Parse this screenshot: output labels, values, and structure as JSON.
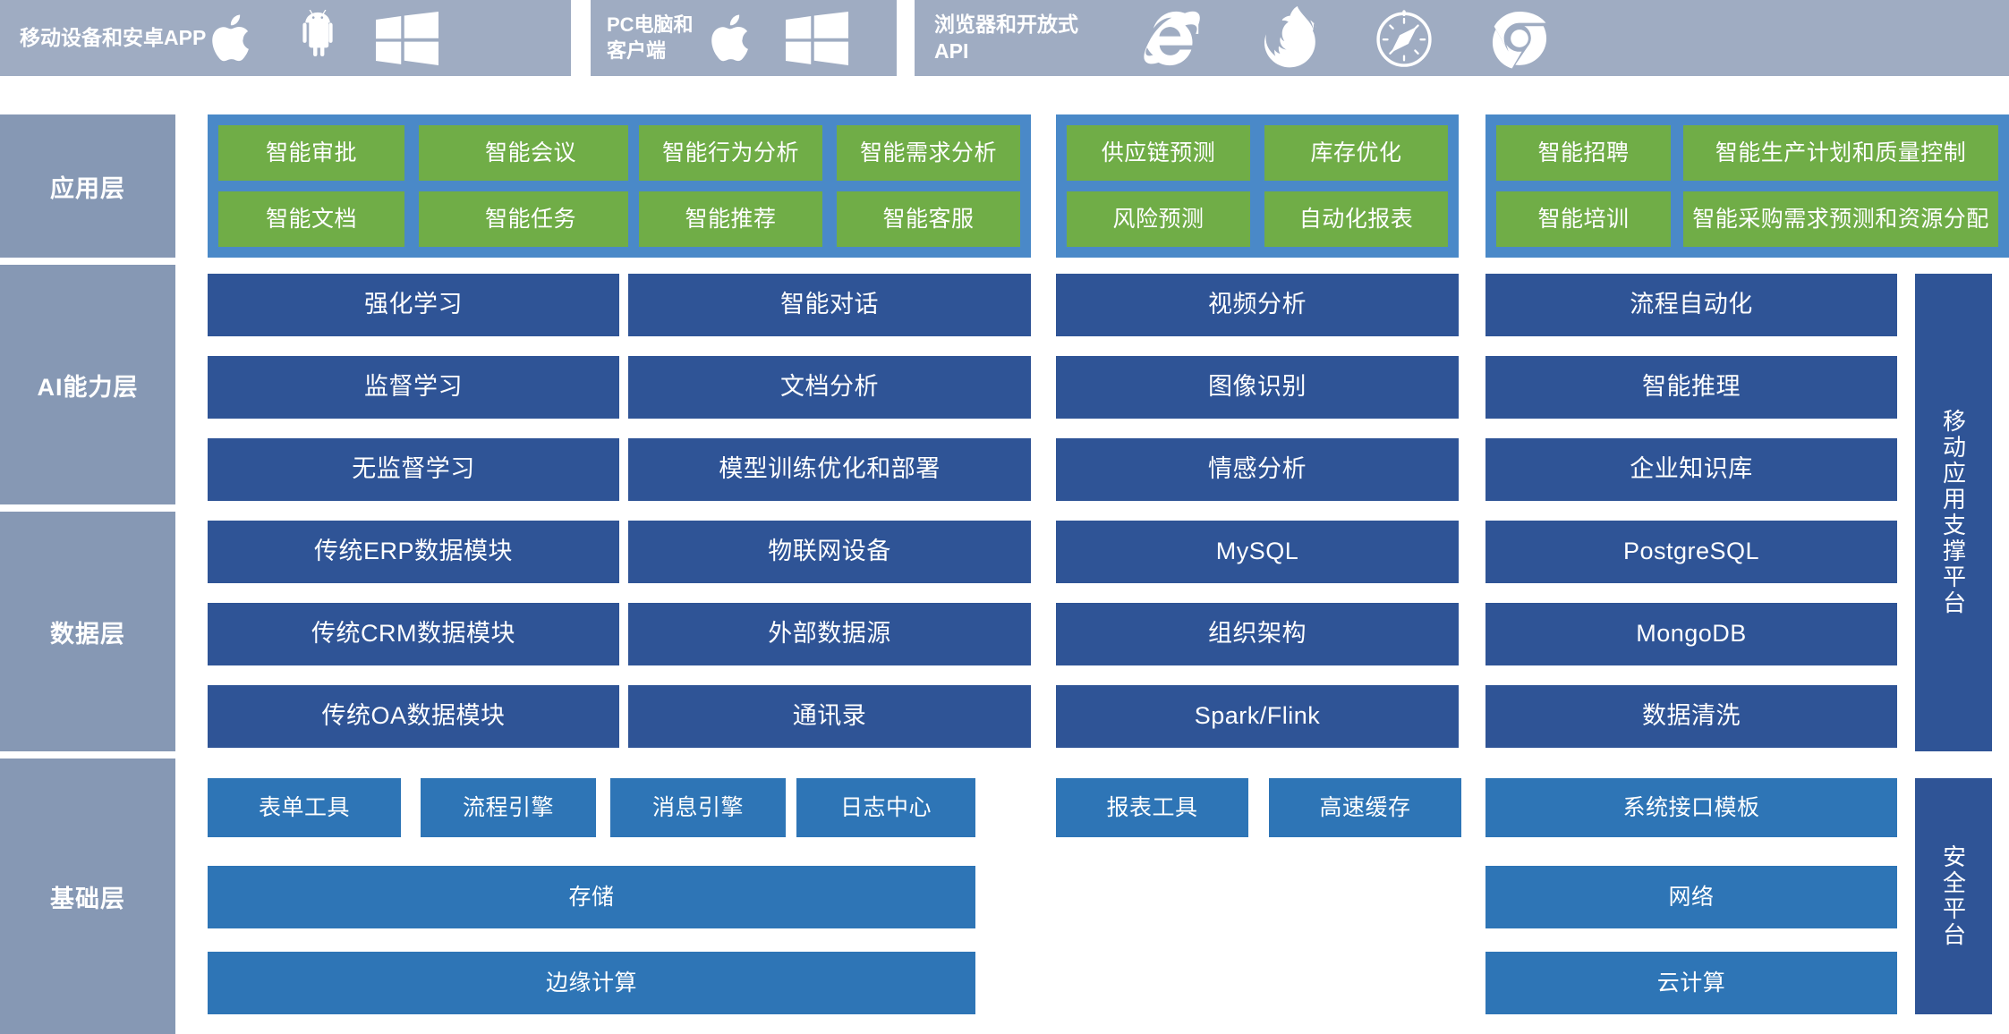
{
  "header": {
    "channels": [
      {
        "label": "移动设备和安卓APP",
        "icons": [
          "apple-icon",
          "android-icon",
          "windows-icon"
        ]
      },
      {
        "label": "PC电脑和客户端",
        "icons": [
          "apple-icon",
          "windows-icon"
        ]
      },
      {
        "label": "浏览器和开放式API",
        "icons": [
          "internet-explorer-icon",
          "firefox-icon",
          "safari-icon",
          "chrome-icon"
        ]
      }
    ]
  },
  "layers": [
    {
      "name": "应用层"
    },
    {
      "name": "AI能力层"
    },
    {
      "name": "数据层"
    },
    {
      "name": "基础层"
    }
  ],
  "application_layer": {
    "groups": [
      {
        "cells": [
          "智能审批",
          "智能会议",
          "智能文档",
          "智能任务"
        ]
      },
      {
        "cells": [
          "智能行为分析",
          "智能需求分析",
          "智能推荐",
          "智能客服"
        ]
      },
      {
        "cells": [
          "供应链预测",
          "库存优化",
          "风险预测",
          "自动化报表"
        ]
      },
      {
        "cells": [
          "智能招聘",
          "智能生产计划和质量控制",
          "智能培训",
          "智能采购需求预测和资源分配"
        ]
      }
    ]
  },
  "ai_layer": {
    "columns": [
      [
        "强化学习",
        "监督学习",
        "无监督学习"
      ],
      [
        "智能对话",
        "文档分析",
        "模型训练优化和部署"
      ],
      [
        "视频分析",
        "图像识别",
        "情感分析"
      ],
      [
        "流程自动化",
        "智能推理",
        "企业知识库"
      ]
    ]
  },
  "data_layer": {
    "columns": [
      [
        "传统ERP数据模块",
        "传统CRM数据模块",
        "传统OA数据模块"
      ],
      [
        "物联网设备",
        "外部数据源",
        "通讯录"
      ],
      [
        "MySQL",
        "组织架构",
        "Spark/Flink"
      ],
      [
        "PostgreSQL",
        "MongoDB",
        "数据清洗"
      ]
    ]
  },
  "foundation_layer": {
    "tools": [
      "表单工具",
      "流程引擎",
      "消息引擎",
      "日志中心",
      "报表工具",
      "高速缓存",
      "系统接口模板"
    ],
    "wide_left": [
      "存储",
      "边缘计算"
    ],
    "wide_right": [
      "网络",
      "云计算"
    ]
  },
  "side_bars": [
    {
      "label": "移动应用支撑平台"
    },
    {
      "label": "安全平台"
    }
  ],
  "colors": {
    "header_gray": "#9FACC2",
    "layer_label_gray": "#8698B4",
    "app_group_blue": "#4A89C8",
    "app_cell_green": "#70AD47",
    "deep_blue": "#2F5496",
    "light_blue": "#2E75B6",
    "background": "#FFFFFF"
  }
}
